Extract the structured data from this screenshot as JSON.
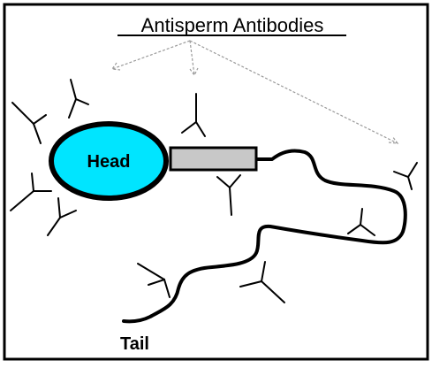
{
  "title": "Antisperm Antibodies",
  "labels": {
    "head": "Head",
    "tail": "Tail"
  },
  "colors": {
    "head_fill": "#00E5FF",
    "midpiece_fill": "#C8C8C8",
    "stroke": "#000000",
    "pointer": "#9A9A9A"
  }
}
